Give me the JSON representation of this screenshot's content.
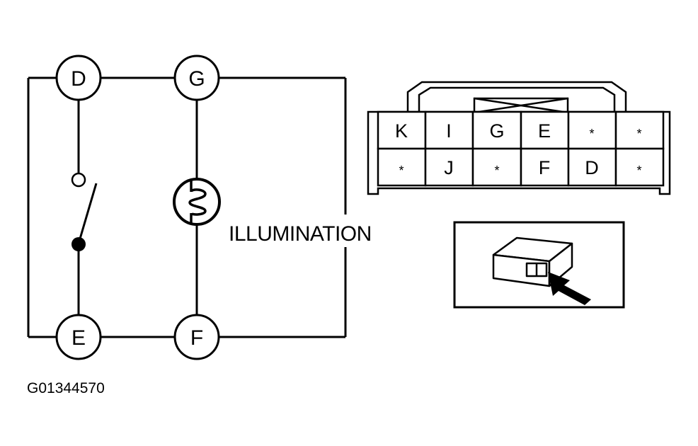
{
  "schematic": {
    "terminals": {
      "d": "D",
      "g": "G",
      "e": "E",
      "f": "F"
    },
    "lamp_label": "ILLUMINATION"
  },
  "connector": {
    "row1": [
      "K",
      "I",
      "G",
      "E",
      "*",
      "*"
    ],
    "row2": [
      "*",
      "J",
      "*",
      "F",
      "D",
      "*"
    ]
  },
  "figure_id": "G01344570"
}
